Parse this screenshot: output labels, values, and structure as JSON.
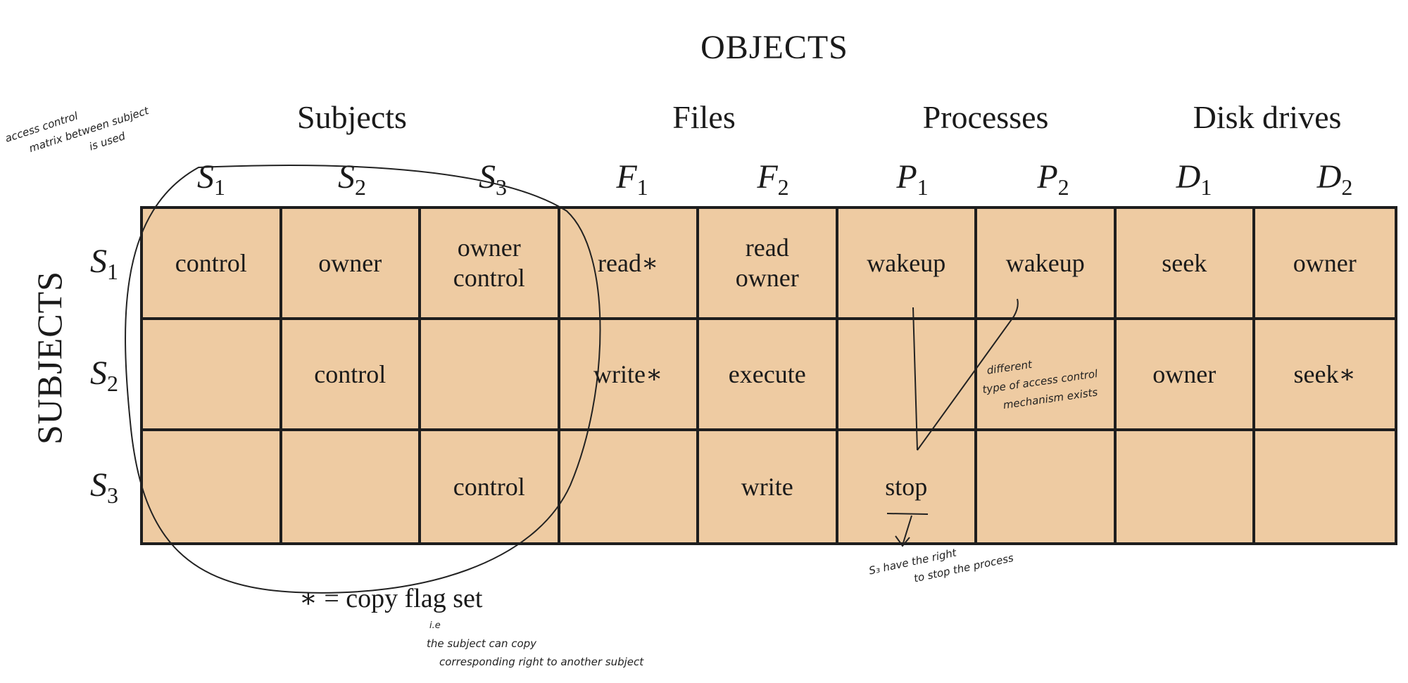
{
  "titles": {
    "objects": "OBJECTS",
    "subjects": "SUBJECTS"
  },
  "groups": [
    {
      "label": "Subjects"
    },
    {
      "label": "Files"
    },
    {
      "label": "Processes"
    },
    {
      "label": "Disk drives"
    }
  ],
  "columns": [
    {
      "sym": "S",
      "sub": "1"
    },
    {
      "sym": "S",
      "sub": "2"
    },
    {
      "sym": "S",
      "sub": "3"
    },
    {
      "sym": "F",
      "sub": "1"
    },
    {
      "sym": "F",
      "sub": "2"
    },
    {
      "sym": "P",
      "sub": "1"
    },
    {
      "sym": "P",
      "sub": "2"
    },
    {
      "sym": "D",
      "sub": "1"
    },
    {
      "sym": "D",
      "sub": "2"
    }
  ],
  "rows": [
    {
      "sym": "S",
      "sub": "1",
      "cells": [
        "control",
        "owner",
        "owner\ncontrol",
        "read∗",
        "read\nowner",
        "wakeup",
        "wakeup",
        "seek",
        "owner"
      ]
    },
    {
      "sym": "S",
      "sub": "2",
      "cells": [
        "",
        "control",
        "",
        "write∗",
        "execute",
        "",
        "",
        "owner",
        "seek∗"
      ]
    },
    {
      "sym": "S",
      "sub": "3",
      "cells": [
        "",
        "",
        "control",
        "",
        "write",
        "stop",
        "",
        "",
        ""
      ]
    }
  ],
  "legend": "∗ = copy flag set",
  "annotations": {
    "top_left": [
      "access control",
      "matrix between subject",
      "is used"
    ],
    "middle_right": [
      "different",
      "type of access control",
      "mechanism exists"
    ],
    "bottom_center": [
      "S₃ have the right",
      "to stop the process"
    ],
    "bottom_left_ie": "i.e",
    "bottom_left": [
      "the subject can copy",
      "corresponding right to another subject"
    ]
  },
  "colors": {
    "cell_fill": "#eecba2",
    "grid_line": "#1e1e1e"
  }
}
